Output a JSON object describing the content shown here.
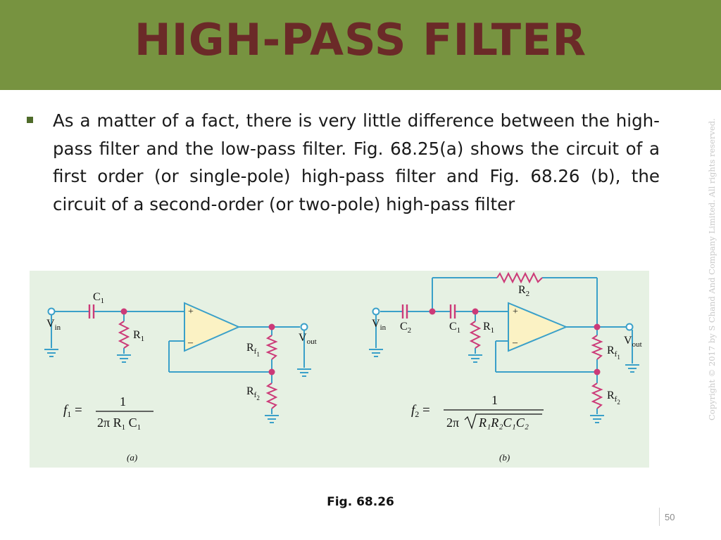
{
  "slide": {
    "title": "HIGH-PASS FILTER",
    "bullet": "As a matter of a fact, there is very little difference between the high-pass filter and the low-pass filter. Fig. 68.25(a) shows the circuit of a first order (or single-pole) high-pass filter and Fig. 68.26 (b), the circuit of a second-order (or two-pole) high-pass filter",
    "copyright": "Copyright © 2017 by S Chand And Company Limited. All rights reserved.",
    "figure_caption": "Fig. 68.26",
    "page_number": "50"
  },
  "figure": {
    "background_color": "#e6f1e3",
    "wire_color": "#3aa0c9",
    "resistor_color": "#cc3a78",
    "opamp_fill": "#fbf2c4",
    "circuit_a": {
      "vin": "V",
      "vin_sub": "in",
      "c1": "C",
      "c1_sub": "1",
      "r1": "R",
      "r1_sub": "1",
      "rf1": "R",
      "rf1_sub": "f",
      "rf1_subsub": "1",
      "rf2": "R",
      "rf2_sub": "f",
      "rf2_subsub": "2",
      "vout": "V",
      "vout_sub": "out",
      "plus": "+",
      "minus": "–",
      "formula_lhs": "f",
      "formula_lhs_sub": "1",
      "formula_num": "1",
      "formula_den": "2π R",
      "formula_den_sub1": "1",
      "formula_den_c": "C",
      "formula_den_sub2": "1",
      "label": "(a)"
    },
    "circuit_b": {
      "vin": "V",
      "vin_sub": "in",
      "c2": "C",
      "c2_sub": "2",
      "c1": "C",
      "c1_sub": "1",
      "r1": "R",
      "r1_sub": "1",
      "r2": "R",
      "r2_sub": "2",
      "rf1": "R",
      "rf1_sub": "f",
      "rf1_subsub": "1",
      "rf2": "R",
      "rf2_sub": "f",
      "rf2_subsub": "2",
      "vout": "V",
      "vout_sub": "out",
      "plus": "+",
      "minus": "–",
      "formula_lhs": "f",
      "formula_lhs_sub": "2",
      "formula_num": "1",
      "formula_den_pre": "2π",
      "formula_den_root": "R₁R₂C₁C₂",
      "label": "(b)"
    }
  }
}
